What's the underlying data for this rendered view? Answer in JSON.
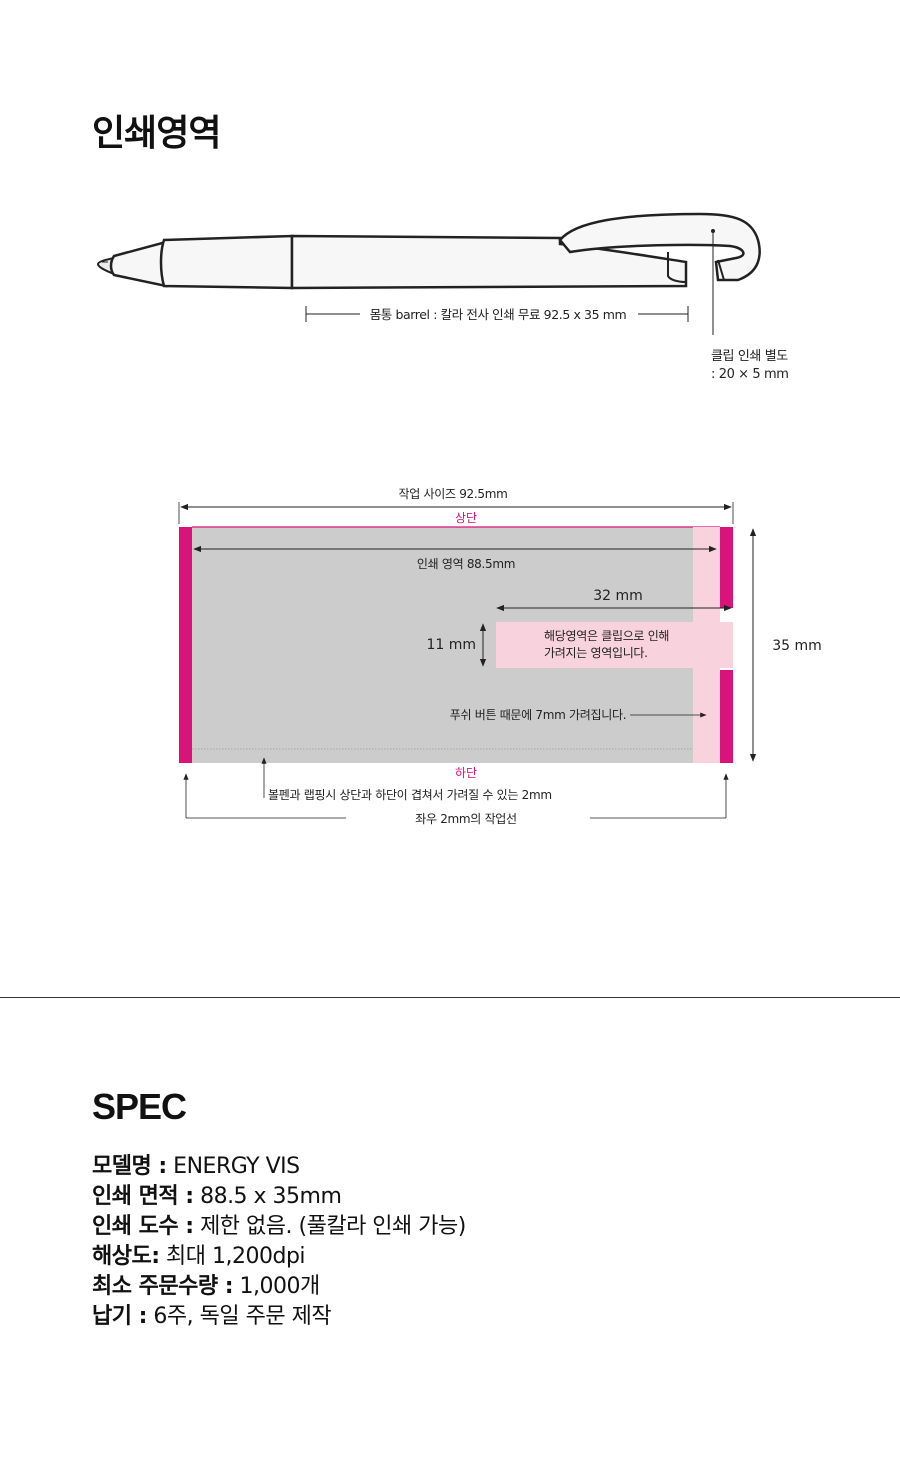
{
  "print_area": {
    "title": "인쇄영역",
    "pen": {
      "barrel_label": "몸통 barrel : 칼라 전사 인쇄 무료 92.5 x 35 mm",
      "clip_label_line1": "클립 인쇄 별도",
      "clip_label_line2": ": 20 × 5 mm"
    },
    "template": {
      "work_size": "작업 사이즈 92.5mm",
      "top_label": "상단",
      "print_width": "인쇄 영역 88.5mm",
      "clip_width": "32 mm",
      "clip_height": "11 mm",
      "clip_note_line1": "해당영역은 클립으로 인해",
      "clip_note_line2": "가려지는 영역입니다.",
      "push_note": "푸쉬 버튼 때문에 7mm 가려집니다.",
      "height": "35 mm",
      "bottom_label": "하단",
      "overlap_note": "볼펜과 랩핑시 상단과 하단이 겹쳐서 가려질 수 있는 2mm",
      "side_margin_note": "좌우 2mm의 작업선"
    },
    "colors": {
      "magenta": "#d9137a",
      "pink": "#f8d2dd",
      "gray": "#cccccc"
    }
  },
  "spec": {
    "title": "SPEC",
    "items": [
      {
        "key": "모델명 :",
        "value": " ENERGY VIS"
      },
      {
        "key": "인쇄 면적 :",
        "value": " 88.5 x 35mm"
      },
      {
        "key": "인쇄 도수 :",
        "value": " 제한 없음. (풀칼라 인쇄 가능)"
      },
      {
        "key": "해상도:",
        "value": " 최대 1,200dpi"
      },
      {
        "key": "최소 주문수량 :",
        "value": " 1,000개"
      },
      {
        "key": "납기 :",
        "value": " 6주, 독일 주문 제작"
      }
    ]
  }
}
